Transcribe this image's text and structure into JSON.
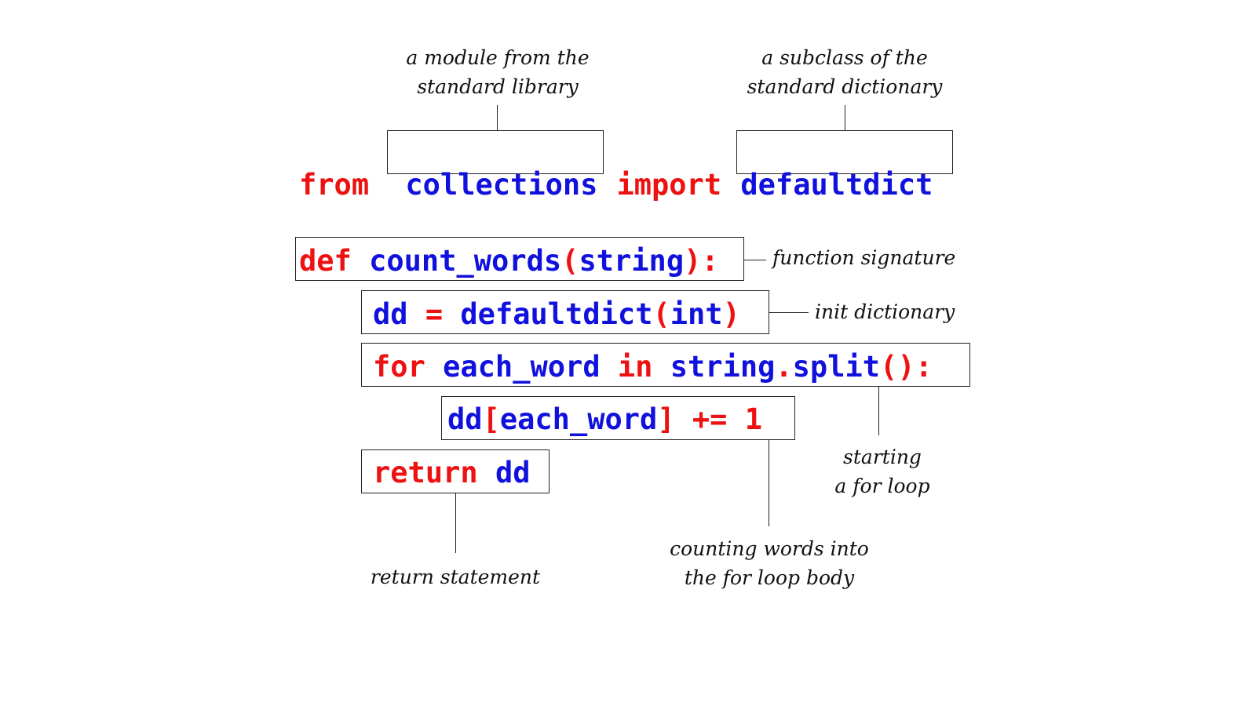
{
  "colors": {
    "keyword": "#ee1111",
    "identifier": "#1111dd",
    "annotation": "#111111",
    "box": "#222222"
  },
  "code": {
    "line1": {
      "from": "from",
      "module": "collections",
      "import": "import",
      "name": "defaultdict"
    },
    "line2": {
      "def": "def",
      "fname": "count_words",
      "lparen": "(",
      "param": "string",
      "rparen_colon": "):"
    },
    "line3": {
      "var": "dd",
      "eq": "=",
      "call": "defaultdict",
      "lparen": "(",
      "arg": "int",
      "rparen": ")"
    },
    "line4": {
      "for": "for",
      "var": "each_word",
      "in": "in",
      "obj": "string",
      "dot": ".",
      "method": "split",
      "parens_colon": "():"
    },
    "line5": {
      "dd": "dd",
      "lbracket": "[",
      "key": "each_word",
      "rbracket_op": "] +=",
      "num": "1"
    },
    "line6": {
      "return": "return",
      "var": "dd"
    }
  },
  "annotations": {
    "module": [
      "a module from the",
      "standard library"
    ],
    "subclass": [
      "a subclass of the",
      "standard dictionary"
    ],
    "signature": "function signature",
    "init": "init dictionary",
    "loop": [
      "starting",
      "a for loop"
    ],
    "counting": [
      "counting words into",
      "the for loop body"
    ],
    "return": "return statement"
  }
}
